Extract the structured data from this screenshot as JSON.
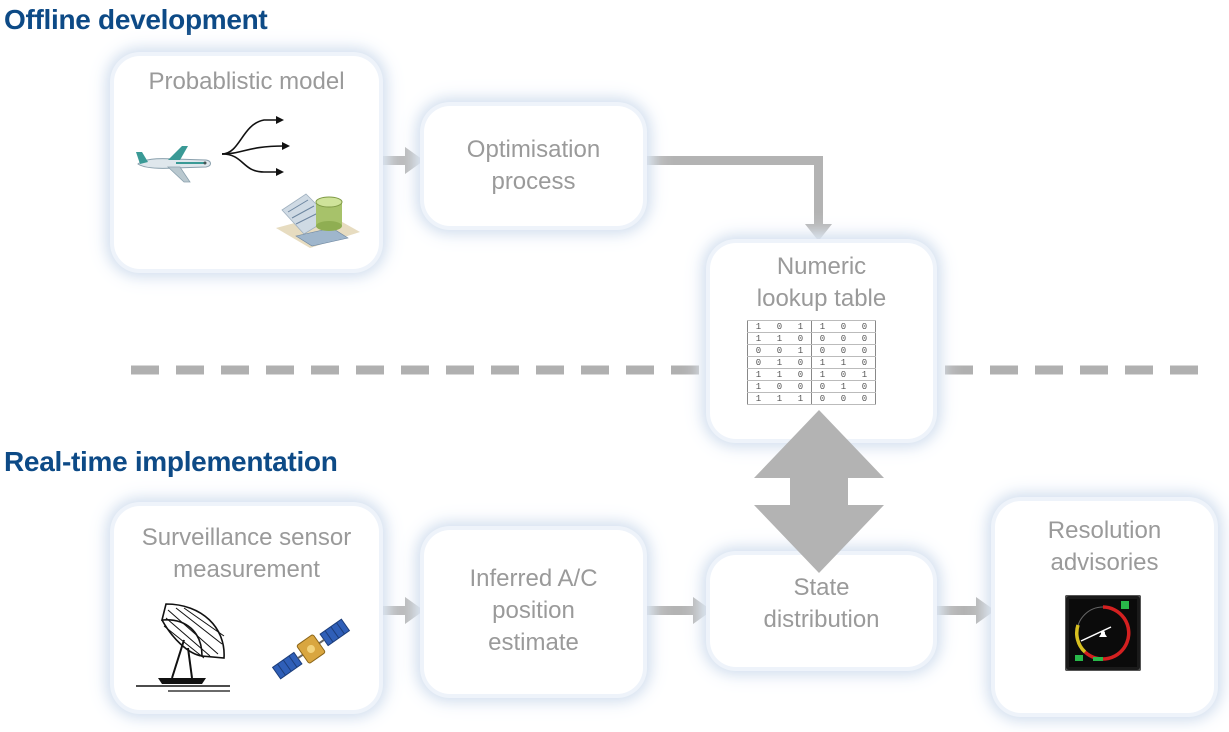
{
  "sections": {
    "offline_title": "Offline development",
    "realtime_title": "Real-time implementation"
  },
  "boxes": {
    "probabilistic_model": "Probablistic model",
    "optimisation_process": "Optimisation\nprocess",
    "lookup_table": "Numeric\nlookup table",
    "surveillance": "Surveillance sensor\nmeasurement",
    "position_estimate": "Inferred A/C\nposition\nestimate",
    "state_distribution": "State\ndistribution",
    "resolution_advisories": "Resolution\nadvisories"
  },
  "lookup_table_rows": [
    [
      "1",
      "0",
      "1",
      "1",
      "0",
      "0"
    ],
    [
      "1",
      "1",
      "0",
      "0",
      "0",
      "0"
    ],
    [
      "0",
      "0",
      "1",
      "0",
      "0",
      "0"
    ],
    [
      "0",
      "1",
      "0",
      "1",
      "1",
      "0"
    ],
    [
      "1",
      "1",
      "0",
      "1",
      "0",
      "1"
    ],
    [
      "1",
      "0",
      "0",
      "0",
      "1",
      "0"
    ],
    [
      "1",
      "1",
      "1",
      "0",
      "0",
      "0"
    ]
  ],
  "colors": {
    "title": "#0d4a86",
    "label": "#9a9a9a",
    "connector": "#b3b3b3",
    "box_glow": "#d4e0ef"
  },
  "icons": [
    "airplane-icon",
    "branching-arrows-icon",
    "database-chart-icon",
    "radar-dish-icon",
    "satellite-icon",
    "radar-display-icon"
  ]
}
